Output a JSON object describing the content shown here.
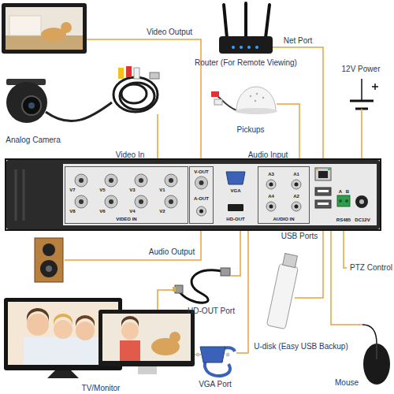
{
  "diagram": {
    "nodes": [
      {
        "text": [
          "VGA",
          "HD-OUT",
          "A",
          "B",
          "RS485",
          "DC12V"
        ]
      },
      {
        "text": [
          "V7",
          "V5",
          "V3",
          "V1",
          "V8",
          "V6",
          "V4",
          "V2",
          "VIDEO IN"
        ],
        "in": 0
      },
      {
        "text": [
          "V-OUT",
          "A-OUT"
        ],
        "in": 0
      },
      {
        "text": [
          "A3",
          "A1",
          "A4",
          "A2",
          "AUDIO IN"
        ],
        "in": 0
      }
    ],
    "labels": [
      "Video Output",
      "Router (For Remote Viewing)",
      "Net Port",
      "12V Power",
      "Pickups",
      "Analog Camera",
      "Video In",
      "Audio Input",
      "USB Ports",
      "Audio Output",
      "PTZ Control",
      "HD-OUT Port",
      "U-disk (Easy USB Backup)",
      "TV/Monitor",
      "VGA Port",
      "Mouse"
    ]
  }
}
